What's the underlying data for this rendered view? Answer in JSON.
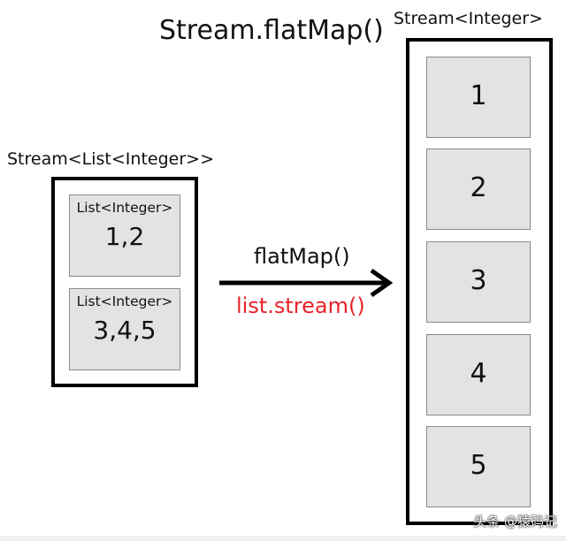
{
  "title": "Stream.flatMap()",
  "left_stream_label": "Stream<List<Integer>>",
  "right_stream_label": "Stream<Integer>",
  "lists": [
    {
      "type": "List<Integer>",
      "values": "1,2"
    },
    {
      "type": "List<Integer>",
      "values": "3,4,5"
    }
  ],
  "operation": "flatMap()",
  "operation_detail": "list.stream()",
  "results": [
    "1",
    "2",
    "3",
    "4",
    "5"
  ],
  "watermark": "头条 @猿码记",
  "colors": {
    "detail_text": "#e8232a",
    "box_fill": "#e3e3e3",
    "border": "#000000"
  }
}
